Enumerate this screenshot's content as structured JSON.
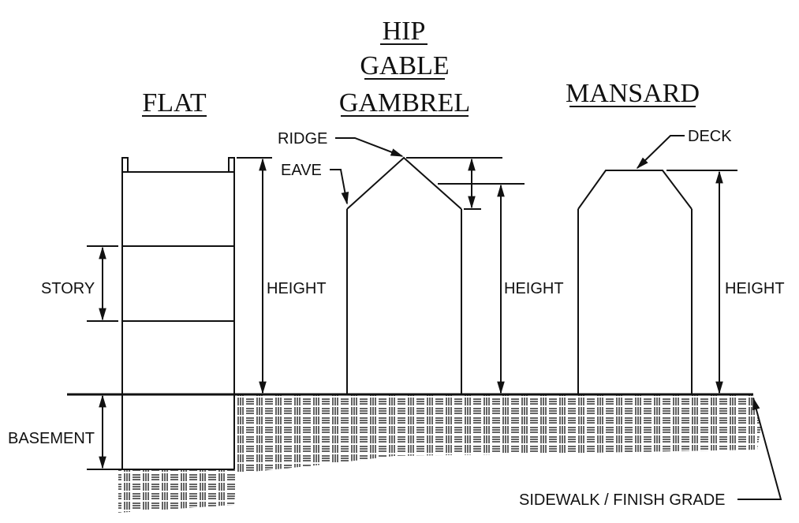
{
  "titles": {
    "flat": "FLAT",
    "hip": "HIP",
    "gable": "GABLE",
    "gambrel": "GAMBREL",
    "mansard": "MANSARD"
  },
  "labels": {
    "ridge": "RIDGE",
    "eave": "EAVE",
    "deck": "DECK",
    "story": "STORY",
    "height_flat": "HEIGHT",
    "height_gable": "HEIGHT",
    "height_mansard": "HEIGHT",
    "basement": "BASEMENT",
    "sidewalk": "SIDEWALK / FINISH GRADE"
  },
  "colors": {
    "ink": "#111111",
    "background": "#ffffff"
  }
}
